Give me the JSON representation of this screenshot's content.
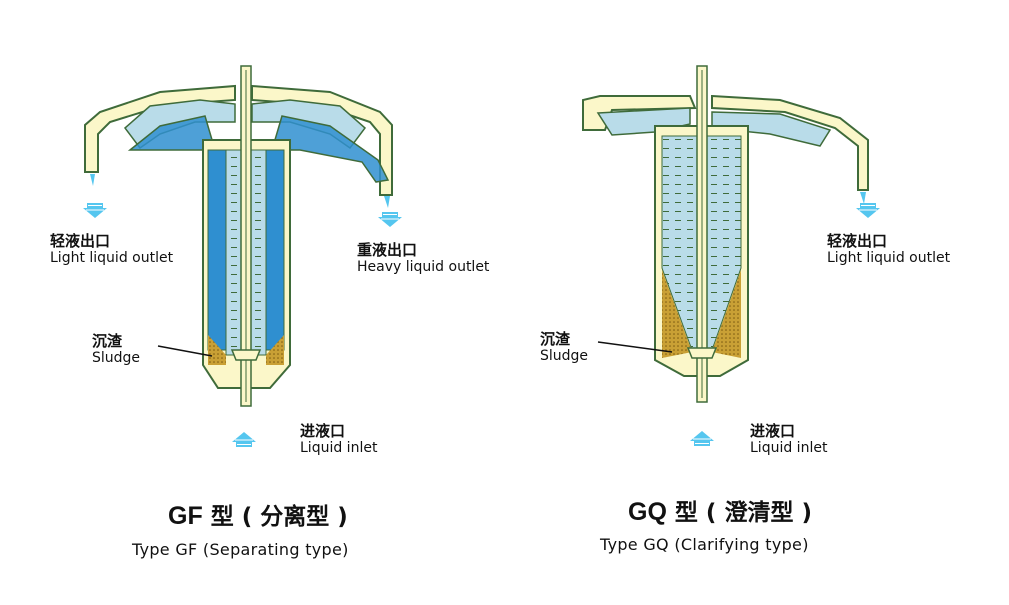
{
  "colors": {
    "outline": "#3f6b3a",
    "shell": "#fbf7c9",
    "liquid": "#b9dce9",
    "heavy_liquid": "#2f8fd0",
    "sludge": "#c9a035",
    "arrow": "#55c6ef"
  },
  "gf": {
    "code": "GF",
    "type_zh": "型 ( 分离型 )",
    "caption_en": "Type GF (Separating type)",
    "light_outlet_zh": "轻液出口",
    "light_outlet_en": "Light liquid outlet",
    "heavy_outlet_zh": "重液出口",
    "heavy_outlet_en": "Heavy liquid outlet",
    "sludge_zh": "沉渣",
    "sludge_en": "Sludge",
    "inlet_zh": "进液口",
    "inlet_en": "Liquid inlet"
  },
  "gq": {
    "code": "GQ",
    "type_zh": "型 ( 澄清型 )",
    "caption_en": "Type GQ (Clarifying type)",
    "light_outlet_zh": "轻液出口",
    "light_outlet_en": "Light liquid outlet",
    "sludge_zh": "沉渣",
    "sludge_en": "Sludge",
    "inlet_zh": "进液口",
    "inlet_en": "Liquid inlet"
  }
}
